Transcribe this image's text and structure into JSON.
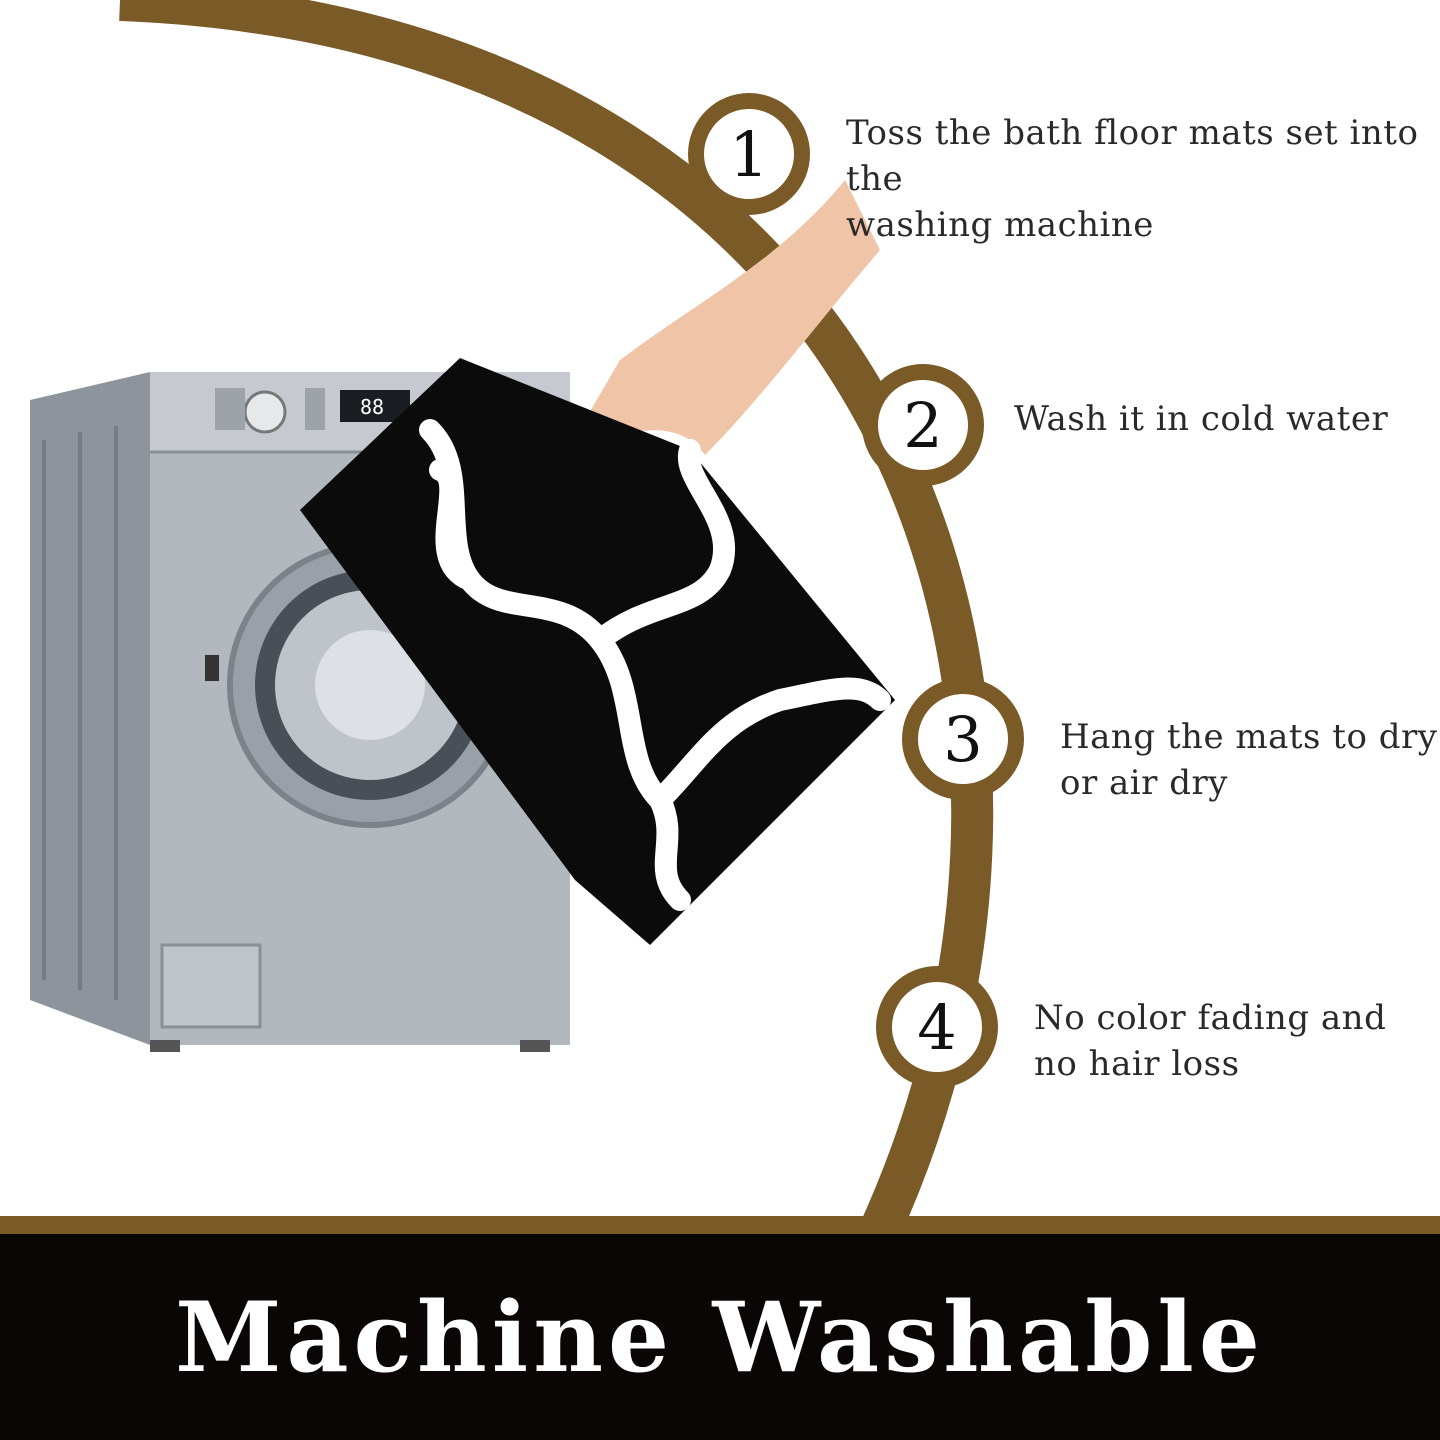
{
  "colors": {
    "accent": "#7a5a26",
    "banner_bg": "#0a0605",
    "banner_text": "#ffffff"
  },
  "steps": [
    {
      "number": "1",
      "text_line1": "Toss the bath floor mats set into the",
      "text_line2": "washing machine"
    },
    {
      "number": "2",
      "text_line1": "Wash it in cold water",
      "text_line2": ""
    },
    {
      "number": "3",
      "text_line1": "Hang the mats to dry",
      "text_line2": "or air dry"
    },
    {
      "number": "4",
      "text_line1": "No color fading and",
      "text_line2": "no hair loss"
    }
  ],
  "washer_display": "88",
  "banner": {
    "title": "Machine Washable"
  }
}
